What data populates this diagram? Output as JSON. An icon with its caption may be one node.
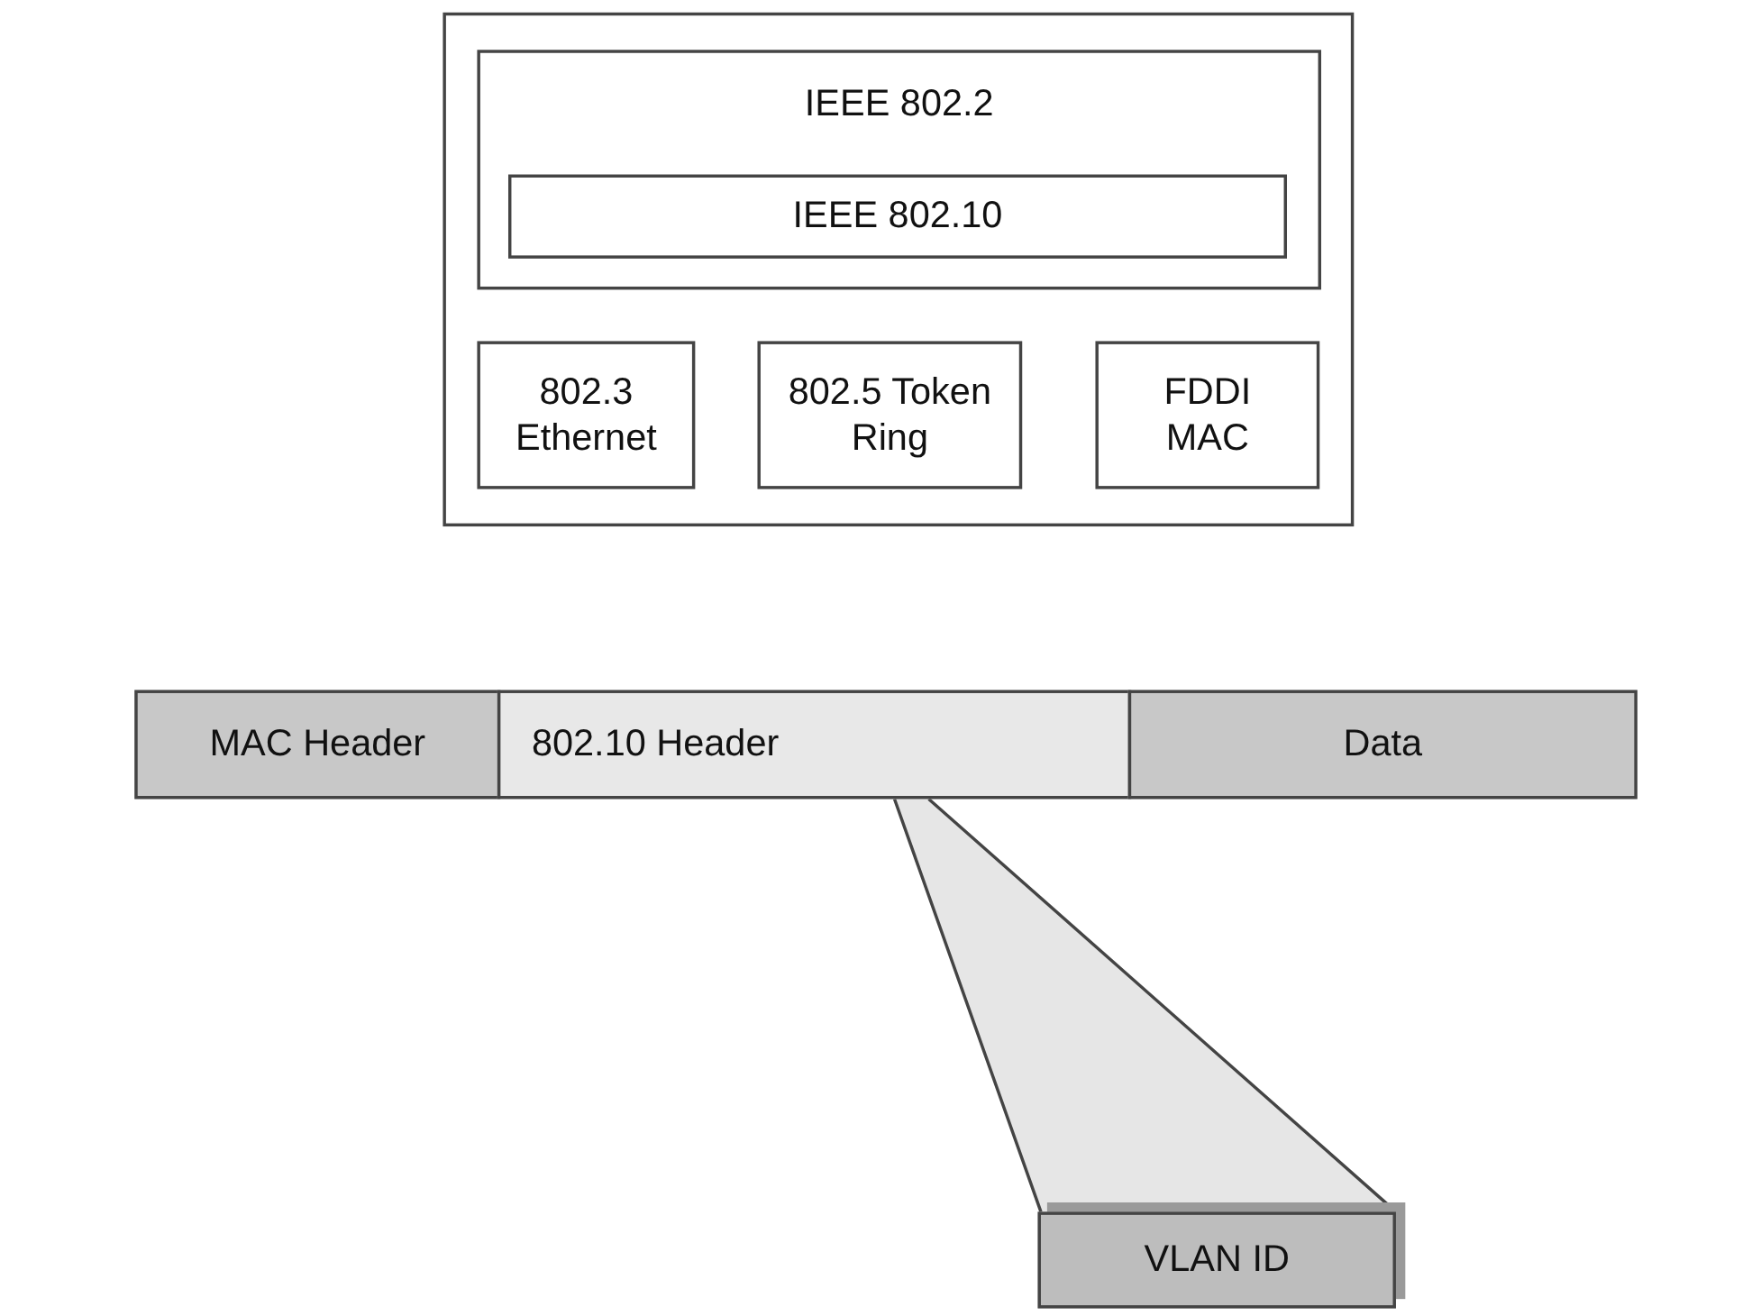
{
  "diagram": {
    "nodes": [
      {
        "text": [],
        "shape": "box"
      },
      {
        "text": [
          "IEEE 802.2"
        ],
        "in": 0
      },
      {
        "text": [
          "IEEE 802.10"
        ],
        "in": 1
      },
      {
        "text": [
          "802.3 Ethernet"
        ],
        "in": 0
      },
      {
        "text": [
          "802.5 Token Ring"
        ],
        "in": 0
      },
      {
        "text": [
          "FDDI MAC"
        ],
        "in": 0
      },
      {
        "text": [
          "MAC Header"
        ]
      },
      {
        "text": [
          "802.10 Header"
        ]
      },
      {
        "text": [
          "Data"
        ]
      },
      {
        "text": [
          "VLAN ID"
        ]
      }
    ],
    "edges": [
      {
        "from": 7,
        "to": 9,
        "arrow": "none"
      }
    ]
  }
}
